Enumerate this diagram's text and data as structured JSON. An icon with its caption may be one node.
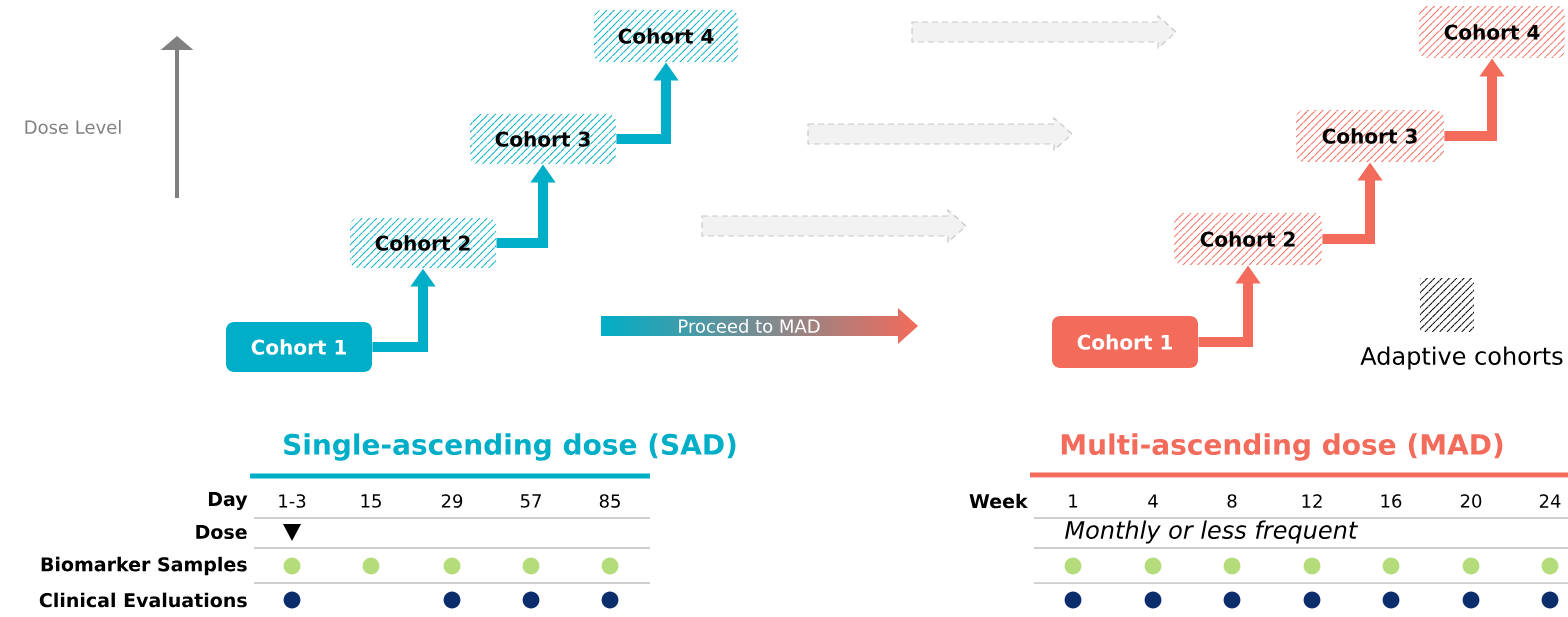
{
  "diagram": {
    "nodes": [
      {
        "text": [
          "Cohort 1"
        ]
      },
      {
        "text": [
          "Cohort 2"
        ]
      },
      {
        "text": [
          "Cohort 3"
        ]
      },
      {
        "text": [
          "Cohort 4"
        ]
      },
      {
        "text": [
          "Cohort 1"
        ]
      },
      {
        "text": [
          "Cohort 2"
        ]
      },
      {
        "text": [
          "Cohort 3"
        ]
      },
      {
        "text": [
          "Cohort 4"
        ]
      }
    ],
    "edges": [
      {
        "from": 0,
        "to": 1,
        "arrow": "to"
      },
      {
        "from": 1,
        "to": 2,
        "arrow": "to"
      },
      {
        "from": 2,
        "to": 3,
        "arrow": "to"
      },
      {
        "from": 4,
        "to": 5,
        "arrow": "to",
        "color": "#f26b5b"
      },
      {
        "from": 5,
        "to": 6,
        "arrow": "to",
        "color": "#f26b5b"
      },
      {
        "from": 6,
        "to": 7,
        "arrow": "to",
        "color": "#f26b5b"
      }
    ],
    "labels": [
      "Dose Level",
      "Single-ascending dose (SAD)",
      "Day",
      "1-3",
      "15",
      "29",
      "57",
      "85",
      "Dose",
      "Biomarker Samples",
      "Clinical Evaluations",
      "Multi-ascending dose (MAD)",
      "Week",
      "1",
      "4",
      "8",
      "12",
      "16",
      "20",
      "24",
      "Monthly or less frequent",
      "Proceed to MAD"
    ],
    "legend": [
      {
        "text": "Adaptive cohorts"
      }
    ]
  }
}
